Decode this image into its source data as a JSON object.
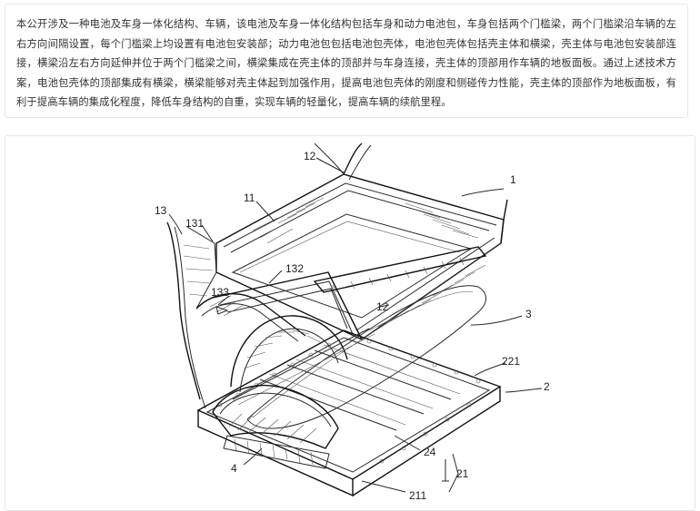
{
  "abstract": {
    "text": "本公开涉及一种电池及车身一体化结构、车辆，该电池及车身一体化结构包括车身和动力电池包，车身包括两个门槛梁，两个门槛梁沿车辆的左右方向间隔设置，每个门槛梁上均设置有电池包安装部；动力电池包包括电池包壳体，电池包壳体包括壳主体和横梁，壳主体与电池包安装部连接，横梁沿左右方向延伸并位于两个门槛梁之间，横梁集成在壳主体的顶部并与车身连接，壳主体的顶部用作车辆的地板面板。通过上述技术方案，电池包壳体的顶部集成有横梁，横梁能够对壳主体起到加强作用，提高电池包壳体的刚度和侧碰传力性能，壳主体的顶部作为地板面板，有利于提高车辆的集成化程度，降低车身结构的自重，实现车辆的轻量化，提高车辆的续航里程。"
  },
  "figure": {
    "labels": {
      "l1": "1",
      "l2": "2",
      "l3": "3",
      "l4": "4",
      "l11": "11",
      "l12": "12",
      "l13": "13",
      "l131": "131",
      "l132": "132",
      "l133": "133",
      "l12b": "12",
      "l221": "221",
      "l24": "24",
      "l21": "21",
      "l211": "211"
    }
  }
}
